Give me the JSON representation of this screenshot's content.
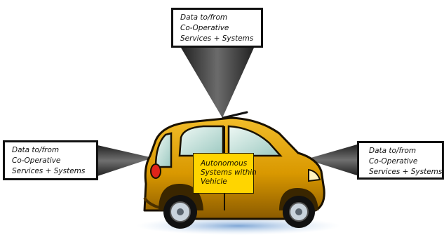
{
  "callouts": {
    "top": {
      "lines": [
        "Data to/from",
        "Co-Operative",
        "Services + Systems"
      ]
    },
    "left": {
      "lines": [
        "Data to/from",
        "Co-Operative",
        "Services + Systems"
      ]
    },
    "right": {
      "lines": [
        "Data to/from",
        "Co-Operative",
        "Services + Systems"
      ]
    }
  },
  "vehicle": {
    "label_lines": [
      "Autonomous",
      "Systems within",
      "Vehicle"
    ],
    "body_color": "#e2a000",
    "label_color": "#ffd500"
  },
  "colors": {
    "beam": "#555555",
    "border": "#111111"
  }
}
